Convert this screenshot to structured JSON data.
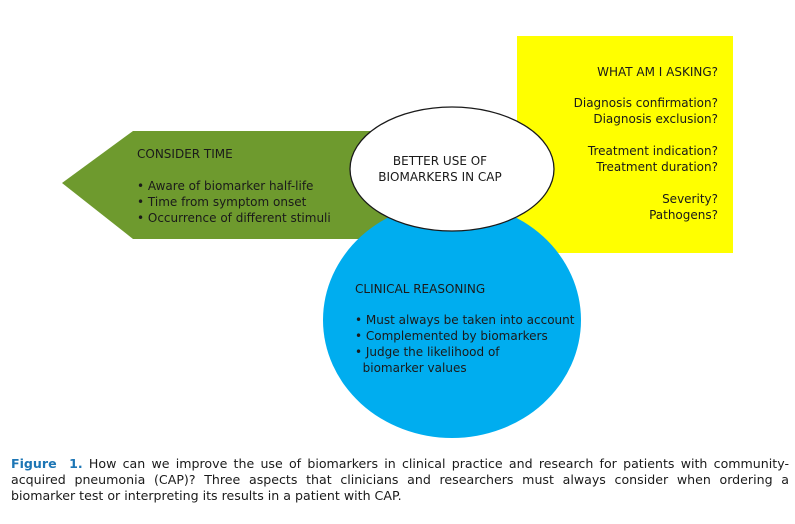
{
  "colors": {
    "yellow_box": "#ffff00",
    "green_arrow": "#6e9a2e",
    "blue_circle": "#00adef",
    "center_circle": "#ffffff",
    "caption_accent": "#1d76b5"
  },
  "center": {
    "line1": "BETTER USE OF",
    "line2": "BIOMARKERS IN CAP"
  },
  "what_am_i_asking": {
    "heading": "WHAT AM I ASKING?",
    "items": [
      "Diagnosis confirmation?",
      "Diagnosis exclusion?",
      "Treatment indication?",
      "Treatment duration?",
      "Severity?",
      "Pathogens?"
    ]
  },
  "consider_time": {
    "heading": "CONSIDER TIME",
    "items": [
      "• Aware of biomarker half-life",
      "• Time from symptom onset",
      "• Occurrence of different stimuli"
    ]
  },
  "clinical_reasoning": {
    "heading": "CLINICAL REASONING",
    "items": [
      "• Must always be taken into account",
      "• Complemented by biomarkers",
      "• Judge the likelihood of",
      "  biomarker values"
    ]
  },
  "caption": {
    "label": "Figure",
    "number": "1.",
    "text": "How can we improve the use of biomarkers in clinical practice and research for patients with community-acquired pneumonia (CAP)? Three aspects that clinicians and researchers must always consider when ordering a biomarker test or interpreting its results in a patient with CAP."
  }
}
